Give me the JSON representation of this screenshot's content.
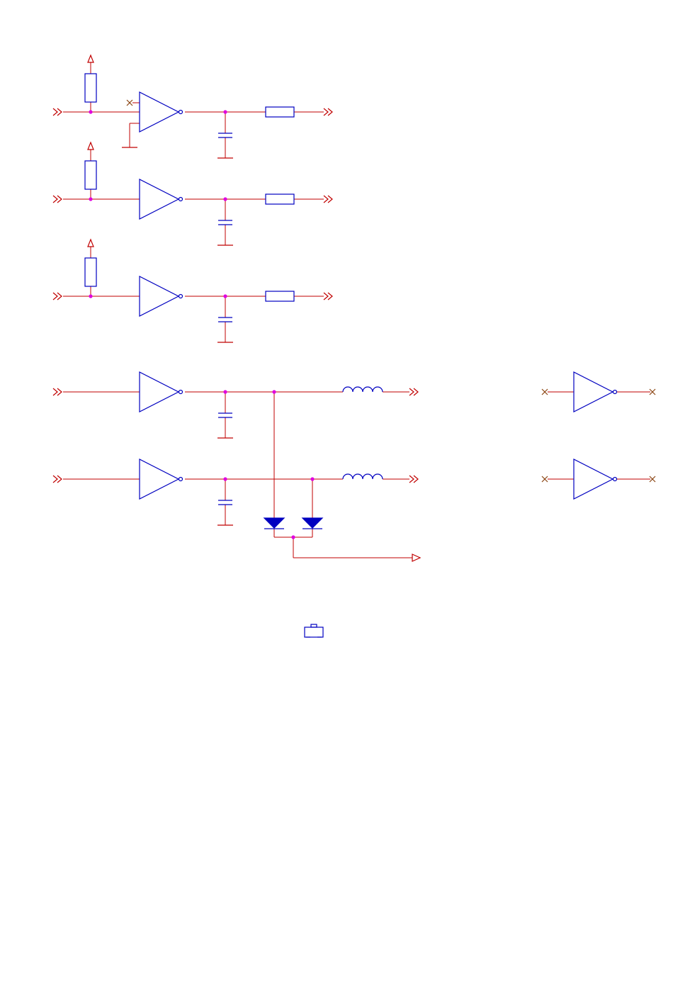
{
  "colors": {
    "wire": "#c00000",
    "component": "#0000c0",
    "junction": "#e000e0",
    "no_connect": "#8b4513",
    "background": "#ffffff"
  },
  "rows": [
    {
      "id": "row-1",
      "has_pullup": true,
      "has_unused_pins": true,
      "output_element": "resistor"
    },
    {
      "id": "row-2",
      "has_pullup": true,
      "has_unused_pins": false,
      "output_element": "resistor"
    },
    {
      "id": "row-3",
      "has_pullup": true,
      "has_unused_pins": false,
      "output_element": "resistor"
    },
    {
      "id": "row-4",
      "has_pullup": false,
      "has_unused_pins": false,
      "output_element": "inductor"
    },
    {
      "id": "row-5",
      "has_pullup": false,
      "has_unused_pins": false,
      "output_element": "inductor"
    }
  ],
  "unused_gates": 2,
  "diode_pair": {
    "count": 2,
    "output": "port-arrow"
  },
  "package_symbol": "small-outline-package"
}
